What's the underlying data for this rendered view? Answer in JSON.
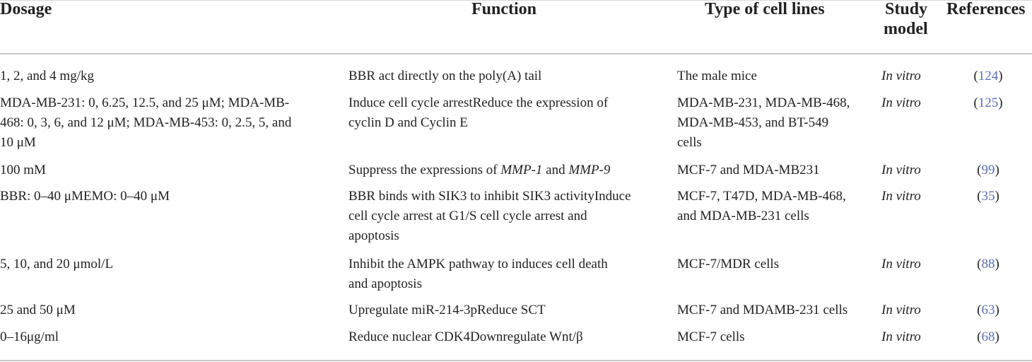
{
  "headers": {
    "dosage": "Dosage",
    "function": "Function",
    "cell_lines": "Type of cell lines",
    "study_model_line1": "Study",
    "study_model_line2": "model",
    "references": "References"
  },
  "rows": [
    {
      "dosage": [
        "1, 2, and 4 mg/kg"
      ],
      "function": [
        "BBR act directly on the poly(A) tail"
      ],
      "cells": [
        "The male mice"
      ],
      "model": "In vitro",
      "ref": "124"
    },
    {
      "dosage": [
        "MDA-MB-231: 0, 6.25, 12.5, and 25 μM; MDA-MB-",
        "468: 0, 3, 6, and 12 μM; MDA-MB-453: 0, 2.5, 5, and",
        "10 μM"
      ],
      "function": [
        "Induce cell cycle arrestReduce the expression of",
        "cyclin D and Cyclin E"
      ],
      "cells": [
        "MDA-MB-231, MDA-MB-468,",
        "MDA-MB-453, and BT-549",
        "cells"
      ],
      "model": "In vitro",
      "ref": "125"
    },
    {
      "dosage": [
        "100 mM"
      ],
      "function_pre": "Suppress the expressions of ",
      "function_gene1": "MMP-1",
      "function_mid": " and ",
      "function_gene2": "MMP-9",
      "cells": [
        "MCF-7 and MDA-MB231"
      ],
      "model": "In vitro",
      "ref": "99"
    },
    {
      "dosage": [
        "BBR: 0–40 μMEMO: 0–40 μM"
      ],
      "function": [
        "BBR binds with SIK3 to inhibit SIK3 activityInduce",
        "cell cycle arrest at G1/S cell cycle arrest and",
        "apoptosis"
      ],
      "cells": [
        "MCF-7, T47D, MDA-MB-468,",
        "and MDA-MB-231 cells"
      ],
      "model": "In vitro",
      "ref": "35"
    },
    {
      "dosage": [
        "5, 10, and 20 μmol/L"
      ],
      "function": [
        "Inhibit the AMPK pathway to induces cell death",
        "and apoptosis"
      ],
      "cells": [
        "MCF-7/MDR cells"
      ],
      "model": "In vitro",
      "ref": "88"
    },
    {
      "dosage": [
        "25 and 50 μM"
      ],
      "function": [
        "Upregulate miR-214-3pReduce SCT"
      ],
      "cells": [
        "MCF-7 and MDAMB-231 cells"
      ],
      "model": "In vitro",
      "ref": "63"
    },
    {
      "dosage": [
        "0–16μg/ml"
      ],
      "function": [
        "Reduce nuclear CDK4Downregulate Wnt/β"
      ],
      "cells": [
        "MCF-7 cells"
      ],
      "model": "In vitro",
      "ref": "68"
    }
  ]
}
